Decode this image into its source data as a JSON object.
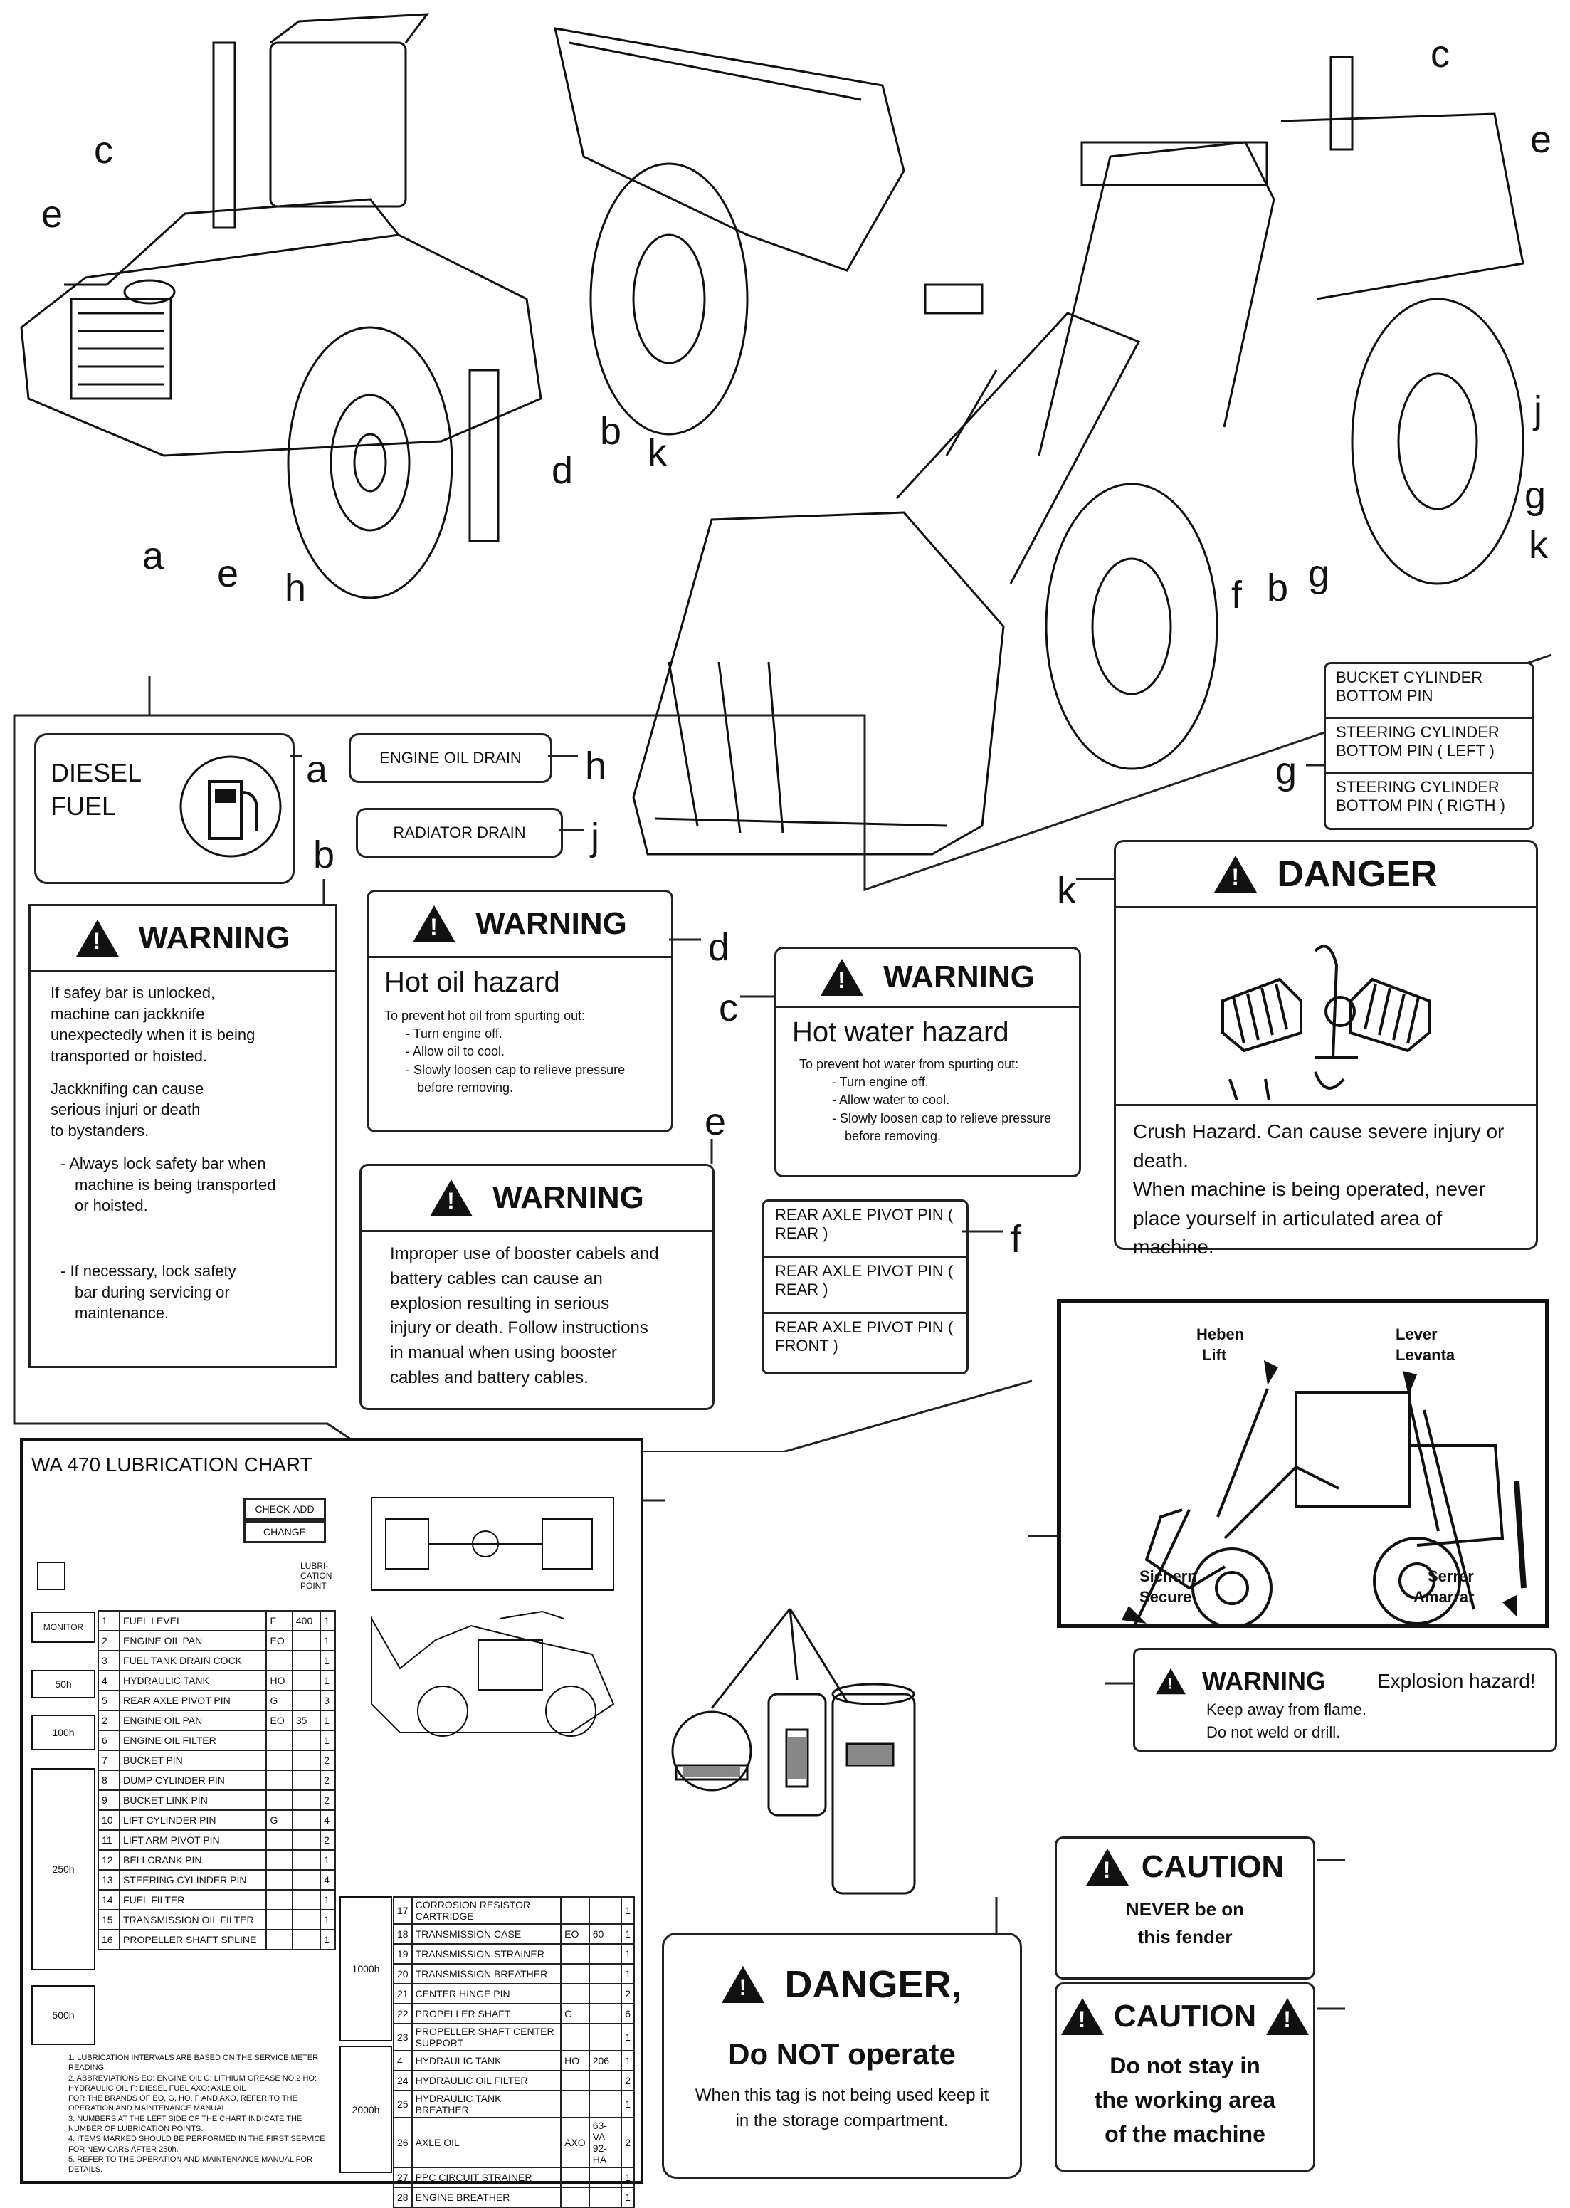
{
  "letters": {
    "top_left": [
      "c",
      "e",
      "a",
      "e",
      "h",
      "d",
      "b",
      "k"
    ],
    "top_right": [
      "c",
      "e",
      "j",
      "g",
      "k",
      "f",
      "b",
      "g"
    ]
  },
  "decal_a": {
    "title1": "DIESEL",
    "title2": "FUEL",
    "letter": "a"
  },
  "decal_h": {
    "text": "ENGINE OIL DRAIN",
    "letter": "h"
  },
  "decal_j": {
    "text": "RADIATOR DRAIN",
    "letter": "j"
  },
  "decal_g": {
    "items": [
      "BUCKET CYLINDER BOTTOM PIN",
      "STEERING CYLINDER BOTTOM PIN ( LEFT )",
      "STEERING CYLINDER BOTTOM PIN ( RIGTH )"
    ],
    "letter": "g"
  },
  "decal_b": {
    "header": "WARNING",
    "letter": "b",
    "lines": [
      "If safey bar is unlocked,",
      "machine can jackknife",
      "unexpectedly when it is being",
      "transported or hoisted.",
      "",
      "Jackknifing can cause",
      "serious injuri or death",
      "to bystanders.",
      "",
      "- Always lock safety bar when",
      "machine is being transported",
      "or hoisted.",
      "",
      "",
      "- If necessary, lock safety",
      "bar during servicing or",
      "maintenance."
    ]
  },
  "decal_d": {
    "header": "WARNING",
    "letter": "d",
    "title": "Hot oil hazard",
    "lines": [
      "To prevent hot oil from spurting out:",
      "- Turn engine off.",
      "- Allow oil to cool.",
      "- Slowly loosen cap to relieve pressure",
      "before removing."
    ]
  },
  "decal_c": {
    "header": "WARNING",
    "letter": "c",
    "title": "Hot water hazard",
    "lines": [
      "To prevent hot water from spurting out:",
      "- Turn engine off.",
      "- Allow water to cool.",
      "- Slowly loosen cap to relieve pressure",
      "before removing."
    ]
  },
  "decal_e": {
    "header": "WARNING",
    "letter": "e",
    "lines": [
      "Improper use of booster cabels and",
      "battery cables can cause an",
      "explosion resulting in serious",
      "injury or death. Follow instructions",
      "in manual when using booster",
      "cables and battery cables."
    ]
  },
  "decal_f": {
    "items": [
      "REAR AXLE PIVOT PIN ( REAR )",
      "REAR AXLE PIVOT PIN ( REAR )",
      "REAR AXLE PIVOT PIN ( FRONT )"
    ],
    "letter": "f"
  },
  "decal_k": {
    "header": "DANGER",
    "letter": "k",
    "lines": [
      "Crush Hazard. Can cause severe injury or death.",
      "When machine is being operated, never",
      "place yourself in articulated area of machine."
    ]
  },
  "lift_decal": {
    "tl1": "Heben",
    "tl2": "Lift",
    "tr1": "Lever",
    "tr2": "Levanta",
    "bl1": "Sichern",
    "bl2": "Secure",
    "br1": "Serrer",
    "br2": "Amarrar"
  },
  "explosion": {
    "header": "WARNING",
    "right": "Explosion hazard!",
    "l1": "Keep away from flame.",
    "l2": "Do not weld or drill."
  },
  "caution1": {
    "header": "CAUTION",
    "l1": "NEVER be on",
    "l2": "this fender"
  },
  "caution2": {
    "header": "CAUTION",
    "l1": "Do not stay in",
    "l2": "the working area",
    "l3": "of the machine"
  },
  "danger_tag": {
    "header": "DANGER,",
    "title": "Do NOT operate",
    "l1": "When this tag is not being used keep it",
    "l2": "in the storage compartment."
  },
  "lub": {
    "title": "WA 470 LUBRICATION CHART",
    "check_add": "CHECK-ADD",
    "change": "CHANGE",
    "intervals": [
      "MONITOR",
      "50h",
      "100h",
      "250h",
      "500h",
      "1000h",
      "2000h"
    ],
    "rows_left": [
      [
        "1",
        "FUEL LEVEL",
        "F",
        "400",
        "1"
      ],
      [
        "2",
        "ENGINE OIL PAN",
        "EO",
        "",
        "1"
      ],
      [
        "3",
        "FUEL TANK DRAIN COCK",
        "",
        "",
        "1"
      ],
      [
        "4",
        "HYDRAULIC TANK",
        "HO",
        "",
        "1"
      ],
      [
        "5",
        "REAR AXLE PIVOT PIN",
        "G",
        "",
        "3"
      ],
      [
        "2",
        "ENGINE OIL PAN",
        "EO",
        "35",
        "1"
      ],
      [
        "6",
        "ENGINE OIL FILTER",
        "",
        "",
        "1"
      ],
      [
        "7",
        "BUCKET PIN",
        "",
        "",
        "2"
      ],
      [
        "8",
        "DUMP CYLINDER PIN",
        "",
        "",
        "2"
      ],
      [
        "9",
        "BUCKET LINK PIN",
        "",
        "",
        "2"
      ],
      [
        "10",
        "LIFT CYLINDER PIN",
        "G",
        "",
        "4"
      ],
      [
        "11",
        "LIFT ARM PIVOT PIN",
        "",
        "",
        "2"
      ],
      [
        "12",
        "BELLCRANK PIN",
        "",
        "",
        "1"
      ],
      [
        "13",
        "STEERING CYLINDER PIN",
        "",
        "",
        "4"
      ],
      [
        "14",
        "FUEL FILTER",
        "",
        "",
        "1"
      ],
      [
        "15",
        "TRANSMISSION OIL FILTER",
        "",
        "",
        "1"
      ],
      [
        "16",
        "PROPELLER SHAFT SPLINE",
        "",
        "",
        "1"
      ]
    ],
    "rows_right": [
      [
        "17",
        "CORROSION RESISTOR CARTRIDGE",
        "",
        "",
        "1"
      ],
      [
        "18",
        "TRANSMISSION CASE",
        "EO",
        "60",
        "1"
      ],
      [
        "19",
        "TRANSMISSION STRAINER",
        "",
        "",
        "1"
      ],
      [
        "20",
        "TRANSMISSION BREATHER",
        "",
        "",
        "1"
      ],
      [
        "21",
        "CENTER HINGE PIN",
        "",
        "",
        "2"
      ],
      [
        "22",
        "PROPELLER SHAFT",
        "G",
        "",
        "6"
      ],
      [
        "23",
        "PROPELLER SHAFT CENTER SUPPORT",
        "",
        "",
        "1"
      ],
      [
        "4",
        "HYDRAULIC TANK",
        "HO",
        "206",
        "1"
      ],
      [
        "24",
        "HYDRAULIC OIL FILTER",
        "",
        "",
        "2"
      ],
      [
        "25",
        "HYDRAULIC TANK BREATHER",
        "",
        "",
        "1"
      ],
      [
        "26",
        "AXLE OIL",
        "AXO",
        "63-VA 92-HA",
        "2"
      ],
      [
        "27",
        "PPC CIRCUIT STRAINER",
        "",
        "",
        "1"
      ],
      [
        "28",
        "ENGINE BREATHER",
        "",
        "",
        "1"
      ]
    ],
    "lef_label": "LUBRI- CATION POINT",
    "notes": [
      "1. LUBRICATION INTERVALS ARE BASED ON THE SERVICE METER READING.",
      "2. ABBREVIATIONS EO: ENGINE OIL G: LITHIUM GREASE NO.2 HO: HYDRAULIC OIL F: DIESEL FUEL AXO: AXLE OIL",
      "FOR THE BRANDS OF EO, G, HO, F AND AXO, REFER TO THE OPERATION AND MAINTENANCE MANUAL.",
      "3. NUMBERS AT THE LEFT SIDE OF THE CHART INDICATE THE NUMBER OF LUBRICATION POINTS.",
      "4. ITEMS MARKED SHOULD BE PERFORMED IN THE FIRST SERVICE FOR NEW CARS AFTER 250h.",
      "5. REFER TO THE OPERATION AND MAINTENANCE MANUAL FOR DETAILS."
    ]
  }
}
